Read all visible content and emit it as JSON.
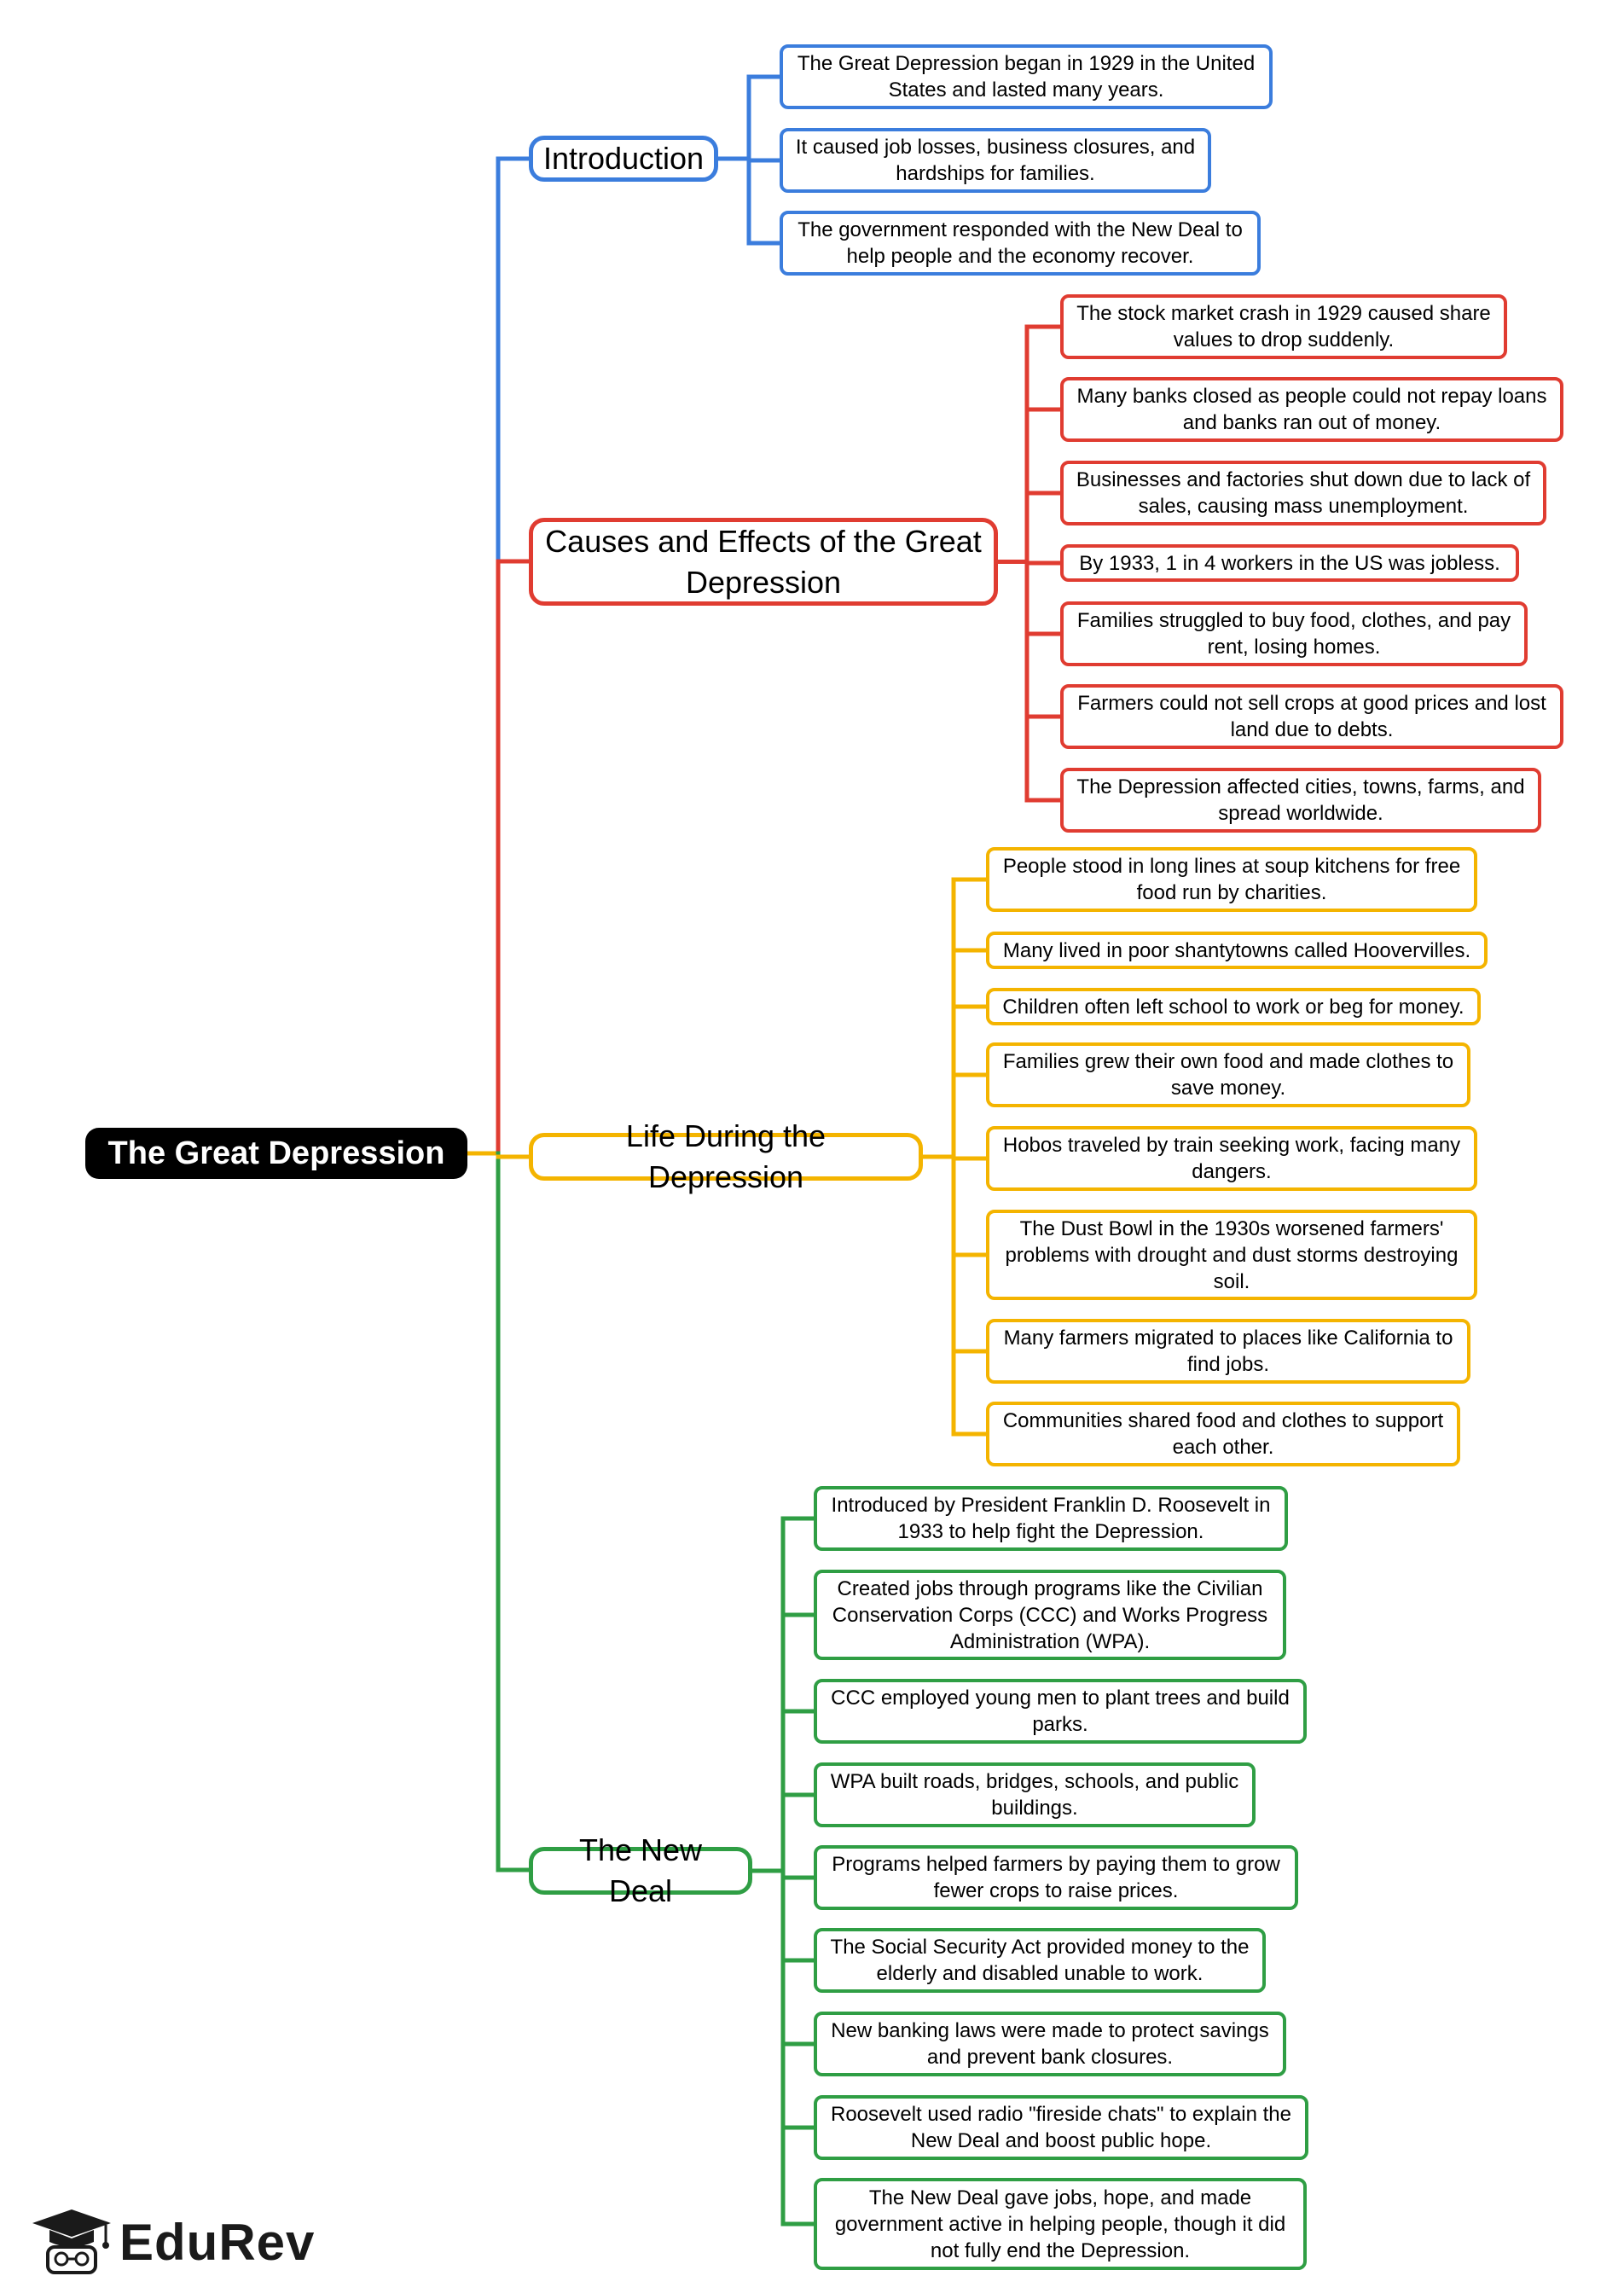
{
  "colors": {
    "introduction": "#3b7ddd",
    "causes": "#e03c31",
    "life": "#f4b400",
    "new_deal": "#2f9e44"
  },
  "root": {
    "label": "The Great Depression"
  },
  "branches": {
    "introduction": {
      "label": "Introduction",
      "items": [
        "The Great Depression began in 1929 in the United States and lasted many years.",
        "It caused job losses, business closures, and hardships for families.",
        "The government responded with the New Deal to help people and the economy recover."
      ]
    },
    "causes": {
      "label": "Causes and Effects of the Great Depression",
      "items": [
        "The stock market crash in 1929 caused share values to drop suddenly.",
        "Many banks closed as people could not repay loans and banks ran out of money.",
        "Businesses and factories shut down due to lack of sales, causing mass unemployment.",
        "By 1933, 1 in 4 workers in the US was jobless.",
        "Families struggled to buy food, clothes, and pay rent, losing homes.",
        "Farmers could not sell crops at good prices and lost land due to debts.",
        "The Depression affected cities, towns, farms, and spread worldwide."
      ]
    },
    "life": {
      "label": "Life During the Depression",
      "items": [
        "People stood in long lines at soup kitchens for free food run by charities.",
        "Many lived in poor shantytowns called Hoovervilles.",
        "Children often left school to work or beg for money.",
        "Families grew their own food and made clothes to save money.",
        "Hobos traveled by train seeking work, facing many dangers.",
        "The Dust Bowl in the 1930s worsened farmers' problems with drought and dust storms destroying soil.",
        "Many farmers migrated to places like California to find jobs.",
        "Communities shared food and clothes to support each other."
      ]
    },
    "new_deal": {
      "label": "The New Deal",
      "items": [
        "Introduced by President Franklin D. Roosevelt in 1933 to help fight the Depression.",
        "Created jobs through programs like the Civilian Conservation Corps (CCC) and Works Progress Administration (WPA).",
        "CCC employed young men to plant trees and build parks.",
        "WPA built roads, bridges, schools, and public buildings.",
        "Programs helped farmers by paying them to grow fewer crops to raise prices.",
        "The Social Security Act provided money to the elderly and disabled unable to work.",
        "New banking laws were made to protect savings and prevent bank closures.",
        "Roosevelt used radio \"fireside chats\" to explain the New Deal and boost public hope.",
        "The New Deal gave jobs, hope, and made government active in helping people, though it did not fully end the Depression."
      ]
    }
  },
  "logo": {
    "text": "EduRev",
    "icon": "graduation-cap-icon"
  }
}
